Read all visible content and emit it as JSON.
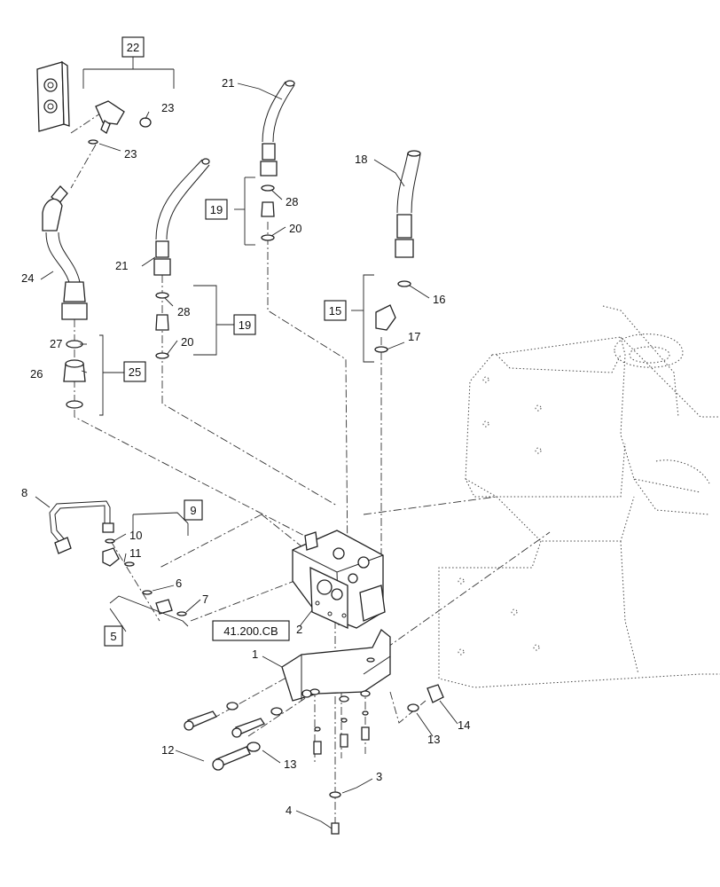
{
  "callouts": {
    "c1": "1",
    "c2": "2",
    "c3": "3",
    "c4": "4",
    "c5": "5",
    "c6": "6",
    "c7": "7",
    "c8": "8",
    "c9": "9",
    "c10": "10",
    "c11": "11",
    "c12": "12",
    "c13a": "13",
    "c13b": "13",
    "c14": "14",
    "c15": "15",
    "c16": "16",
    "c17": "17",
    "c18": "18",
    "c19a": "19",
    "c19b": "19",
    "c20a": "20",
    "c20b": "20",
    "c21a": "21",
    "c21b": "21",
    "c22": "22",
    "c23a": "23",
    "c23b": "23",
    "c24": "24",
    "c25": "25",
    "c26": "26",
    "c27": "27",
    "c28a": "28",
    "c28b": "28"
  },
  "reference_label": "41.200.CB"
}
